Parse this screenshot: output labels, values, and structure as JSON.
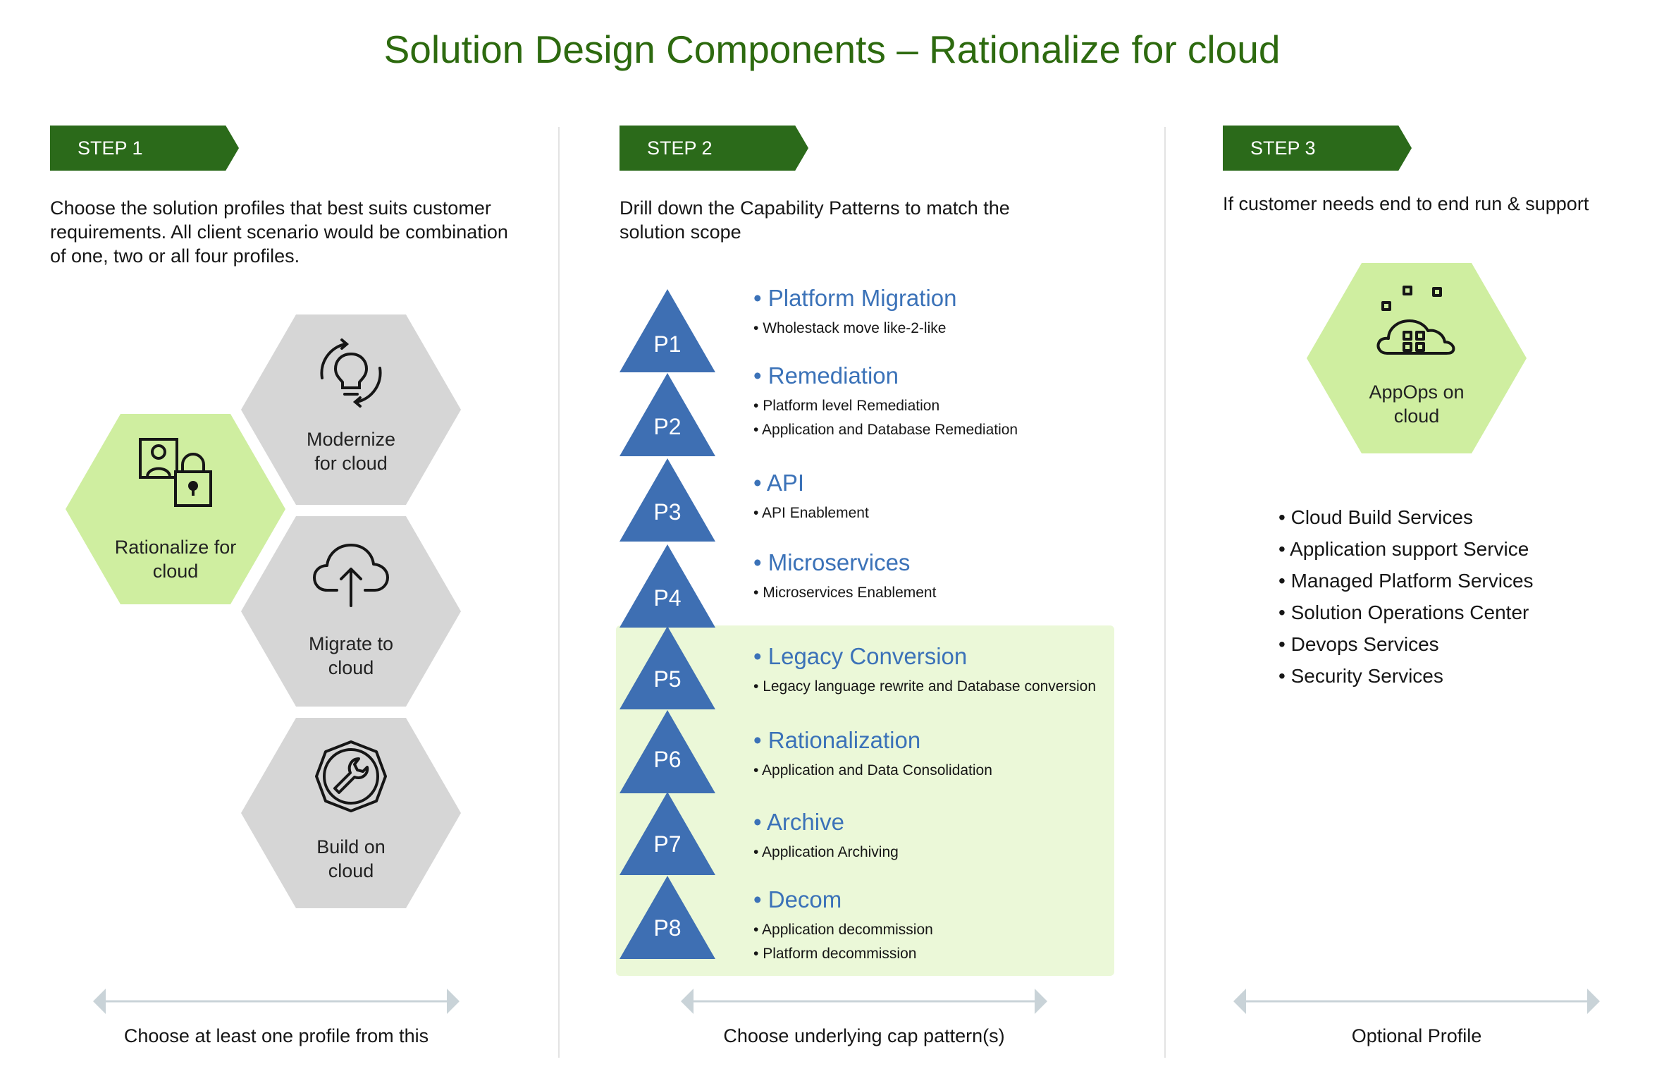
{
  "title": "Solution Design Components – Rationalize  for cloud",
  "steps": [
    {
      "label": "STEP 1",
      "description": [
        "Choose the solution profiles that best suits customer",
        "requirements. All client scenario would be combination",
        "of one, two or all four profiles."
      ],
      "footer": "Choose at least one profile from this"
    },
    {
      "label": "STEP 2",
      "description": [
        "Drill down the Capability Patterns to match the",
        "solution scope"
      ],
      "footer": "Choose underlying cap pattern(s)"
    },
    {
      "label": "STEP 3",
      "description": [
        "If customer needs end to end run & support"
      ],
      "footer": "Optional Profile"
    }
  ],
  "profiles": [
    {
      "label": [
        "Modernize",
        "for cloud"
      ],
      "icon": "lightbulb-refresh-icon",
      "selected": false
    },
    {
      "label": [
        "Rationalize for",
        "cloud"
      ],
      "icon": "user-lock-icon",
      "selected": true
    },
    {
      "label": [
        "Migrate to",
        "cloud"
      ],
      "icon": "cloud-upload-icon",
      "selected": false
    },
    {
      "label": [
        "Build on",
        "cloud"
      ],
      "icon": "wrench-gear-icon",
      "selected": false
    }
  ],
  "patterns": [
    {
      "id": "P1",
      "title": "Platform Migration",
      "items": [
        "Wholestack move like-2-like"
      ],
      "highlighted": false
    },
    {
      "id": "P2",
      "title": "Remediation",
      "items": [
        "Platform level Remediation",
        "Application and Database Remediation"
      ],
      "highlighted": false
    },
    {
      "id": "P3",
      "title": "API",
      "items": [
        "API Enablement"
      ],
      "highlighted": false
    },
    {
      "id": "P4",
      "title": "Microservices",
      "items": [
        "Microservices Enablement"
      ],
      "highlighted": false
    },
    {
      "id": "P5",
      "title": "Legacy Conversion",
      "items": [
        "Legacy language rewrite and Database conversion"
      ],
      "highlighted": true
    },
    {
      "id": "P6",
      "title": "Rationalization",
      "items": [
        "Application and Data Consolidation"
      ],
      "highlighted": true
    },
    {
      "id": "P7",
      "title": "Archive",
      "items": [
        "Application Archiving"
      ],
      "highlighted": true
    },
    {
      "id": "P8",
      "title": "Decom",
      "items": [
        " Application decommission",
        "Platform decommission"
      ],
      "highlighted": true
    }
  ],
  "appops": {
    "label": [
      "AppOps on",
      "cloud"
    ],
    "icon": "cloud-grid-icon"
  },
  "services": [
    "Cloud Build Services",
    "Application support Service",
    "Managed Platform Services",
    "Solution Operations Center",
    "Devops Services",
    "Security Services"
  ],
  "colors": {
    "title_green": "#2d6a0f",
    "step_tag": "#2b6a1a",
    "hex_gray": "#d6d6d6",
    "hex_green": "#cfeea0",
    "pattern_blue": "#3e6fb3",
    "highlight_box": "#ebf8d8"
  }
}
